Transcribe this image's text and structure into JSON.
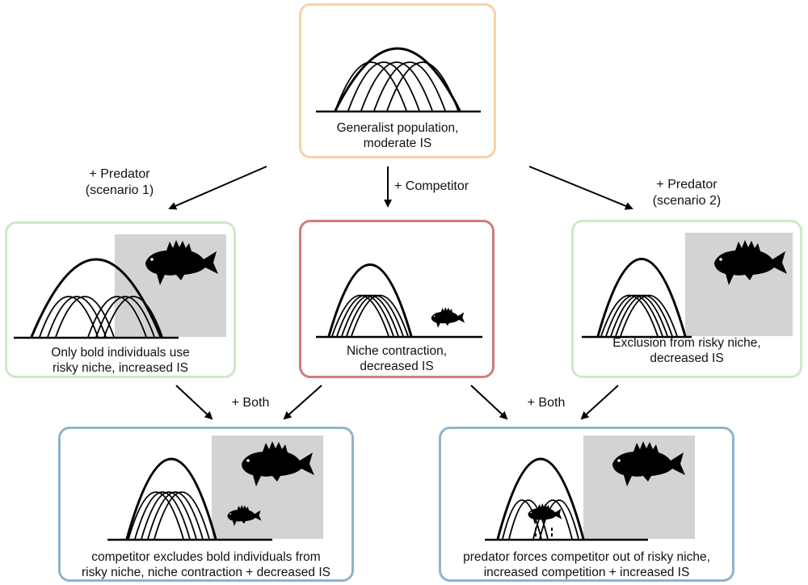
{
  "colors": {
    "top_border": "#f5d2a6",
    "predator_border": "#cfe8c6",
    "competitor_border": "#d27b7b",
    "both_border": "#8fb3cc",
    "risky_zone": "#d3d3d3",
    "ink": "#000000"
  },
  "icons": [
    "perch-icon",
    "small-fish-icon"
  ],
  "panels": {
    "top": {
      "line1": "Generalist population,",
      "line2": "moderate IS"
    },
    "pred1": {
      "line1": "Only bold individuals use",
      "line2": "risky niche, increased IS"
    },
    "comp": {
      "line1": "Niche contraction,",
      "line2": "decreased IS"
    },
    "pred2": {
      "line1": "Exclusion from risky niche,",
      "line2": "decreased IS"
    },
    "both1": {
      "line1": "competitor excludes bold individuals from",
      "line2": "risky niche, niche contraction + decreased IS"
    },
    "both2": {
      "line1": "predator forces competitor out of risky niche,",
      "line2": "increased competition + increased IS"
    }
  },
  "arrows": {
    "predator1": {
      "line1": "+ Predator",
      "line2": "(scenario 1)"
    },
    "competitor": "+ Competitor",
    "predator2": {
      "line1": "+ Predator",
      "line2": "(scenario 2)"
    },
    "both_left": "+ Both",
    "both_right": "+ Both"
  }
}
